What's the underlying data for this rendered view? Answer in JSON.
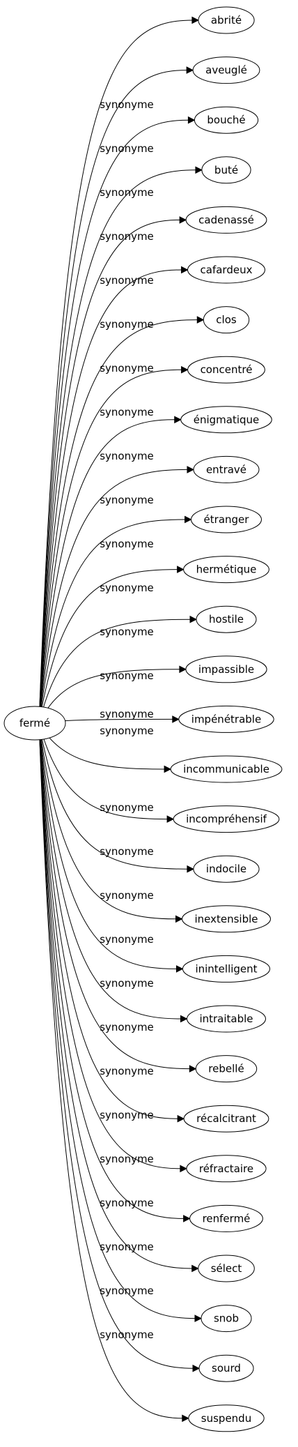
{
  "source": {
    "label": "fermé"
  },
  "edge_label": "synonyme",
  "targets": [
    "abrité",
    "aveuglé",
    "bouché",
    "buté",
    "cadenassé",
    "cafardeux",
    "clos",
    "concentré",
    "énigmatique",
    "entravé",
    "étranger",
    "hermétique",
    "hostile",
    "impassible",
    "impénétrable",
    "incommunicable",
    "incompréhensif",
    "indocile",
    "inextensible",
    "inintelligent",
    "intraitable",
    "rebellé",
    "récalcitrant",
    "réfractaire",
    "renfermé",
    "sélect",
    "snob",
    "sourd",
    "suspendu"
  ],
  "colors": {
    "stroke": "#000000",
    "background": "#ffffff",
    "text": "#000000"
  }
}
